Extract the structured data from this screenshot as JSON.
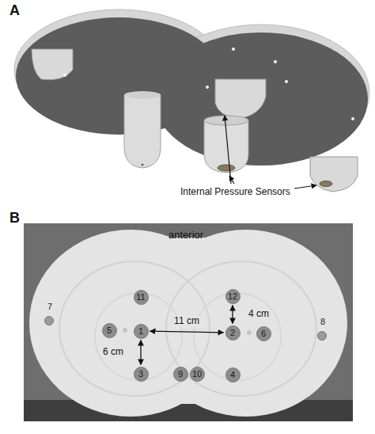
{
  "diagram": {
    "nodes": [
      {
        "text": [
          "11"
        ]
      },
      {
        "text": [
          "12"
        ]
      },
      {
        "text": [
          "7"
        ]
      },
      {
        "text": [
          "5"
        ]
      },
      {
        "text": [
          "1"
        ]
      },
      {
        "text": [
          "2"
        ]
      },
      {
        "text": [
          "6"
        ]
      },
      {
        "text": [
          "8"
        ]
      },
      {
        "text": [
          "3"
        ]
      },
      {
        "text": [
          "9"
        ]
      },
      {
        "text": [
          "10"
        ]
      },
      {
        "text": [
          "4"
        ]
      }
    ],
    "edges": [
      {
        "from": 4,
        "to": 5,
        "label": "11 cm",
        "arrow": "both"
      },
      {
        "from": 1,
        "to": 5,
        "label": "4 cm",
        "arrow": "both"
      },
      {
        "from": 4,
        "to": 8,
        "label": "6 cm",
        "arrow": "both"
      }
    ],
    "labels": [
      "A",
      "Internal Pressure Sensors",
      "B",
      "anterior"
    ]
  }
}
